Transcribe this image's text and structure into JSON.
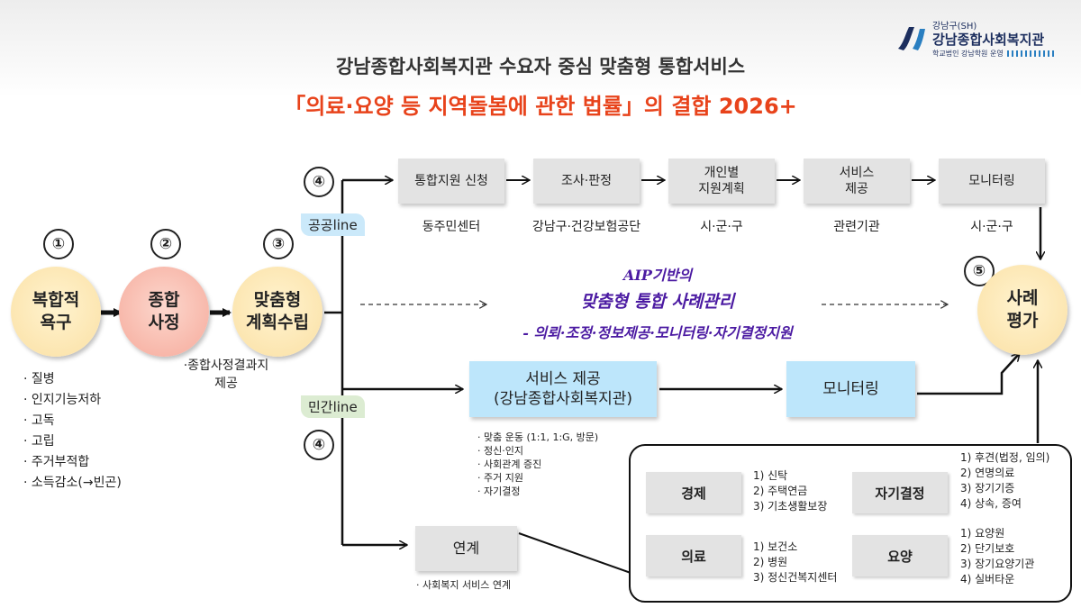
{
  "title": "강남종합사회복지관 수요자 중심 맞춤형 통합서비스",
  "subtitle": "「의료·요양 등 지역돌봄에 관한 법률」의 결합 2026+",
  "logo": {
    "sub": "강남구(SH)",
    "name": "강남종합사회복지관",
    "tagline": "학교법인 강남학원 운영"
  },
  "steps": [
    {
      "num": "①",
      "label": "복합적\n욕구"
    },
    {
      "num": "②",
      "label": "종합\n사정"
    },
    {
      "num": "③",
      "label": "맞춤형\n계획수립"
    },
    {
      "num": "④"
    },
    {
      "num": "⑤",
      "label": "사례\n평가"
    }
  ],
  "needs": [
    "· 질병",
    "· 인지기능저하",
    "· 고독",
    "· 고립",
    "· 주거부적합",
    "· 소득감소(→빈곤)"
  ],
  "assessment_note": "·종합사정결과지\n제공",
  "public_line": {
    "tag": "공공line",
    "stages": [
      {
        "label": "통합지원 신청",
        "agency": "동주민센터"
      },
      {
        "label": "조사·판정",
        "agency": "강남구·건강보험공단"
      },
      {
        "label": "개인별\n지원계획",
        "agency": "시·군·구"
      },
      {
        "label": "서비스\n제공",
        "agency": "관련기관"
      },
      {
        "label": "모니터링",
        "agency": "시·군·구"
      }
    ]
  },
  "ai_case": {
    "line1": "AIP기반의",
    "line2": "맞춤형 통합 사례관리",
    "line3": "- 의뢰·조정·정보제공·모니터링·자기결정지원"
  },
  "private_line": {
    "tag": "민간line",
    "service": "서비스 제공\n(강남종합사회복지관)",
    "monitoring": "모니터링",
    "service_items": [
      "· 맞춤 운동 (1:1, 1:G, 방문)",
      "· 정신·인지",
      "· 사회관계 증진",
      "· 주거 지원",
      "· 자기결정"
    ],
    "link": "연계",
    "link_note": "· 사회복지 서비스 연계"
  },
  "resources": [
    {
      "category": "경제",
      "items": [
        "1) 신탁",
        "2) 주택연금",
        "3) 기초생활보장"
      ]
    },
    {
      "category": "자기결정",
      "items": [
        "1) 후견(법정, 임의)",
        "2) 연명의료",
        "3) 장기기증",
        "4) 상속, 증여"
      ]
    },
    {
      "category": "의료",
      "items": [
        "1) 보건소",
        "2) 병원",
        "3) 정신건복지센터"
      ]
    },
    {
      "category": "요양",
      "items": [
        "1) 요양원",
        "2) 단기보호",
        "3) 장기요양기관",
        "4) 실버타운"
      ]
    }
  ],
  "colors": {
    "accent": "#e8431b",
    "ai_text": "#4b1aa2",
    "public_box": "#e3e3e3",
    "private_box": "#bde6fb"
  }
}
